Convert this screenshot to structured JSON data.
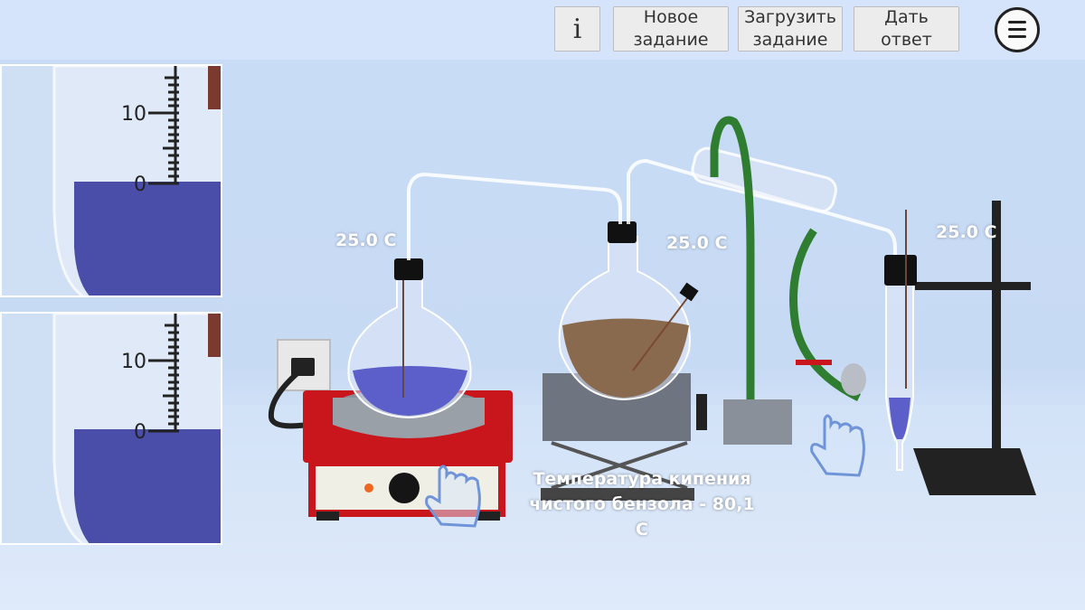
{
  "toolbar": {
    "info_label": "i",
    "new_task_label": "Новое\nзадание",
    "load_task_label": "Загрузить\nзадание",
    "answer_label": "Дать\nответ",
    "menu_icon": "hamburger-icon"
  },
  "zoom_panels": [
    {
      "scale_label_high": "10",
      "scale_label_zero": "0",
      "liquid_color": "#4a4ea8"
    },
    {
      "scale_label_high": "10",
      "scale_label_zero": "0",
      "liquid_color": "#4a4ea8"
    }
  ],
  "temperatures": {
    "heated_flask": "25.0 C",
    "distillation_flask": "25.0 C",
    "receiver": "25.0 C"
  },
  "hint": {
    "line1": "Температура кипения",
    "line2": "чистого бензола - 80,1 С"
  },
  "colors": {
    "hotplate": "#c8161c",
    "blue_liquid": "#5c5fc9",
    "brown_liquid": "#8a6a4e",
    "tubing": "#2f7d31",
    "hand_pointer": "#6f95d8"
  }
}
